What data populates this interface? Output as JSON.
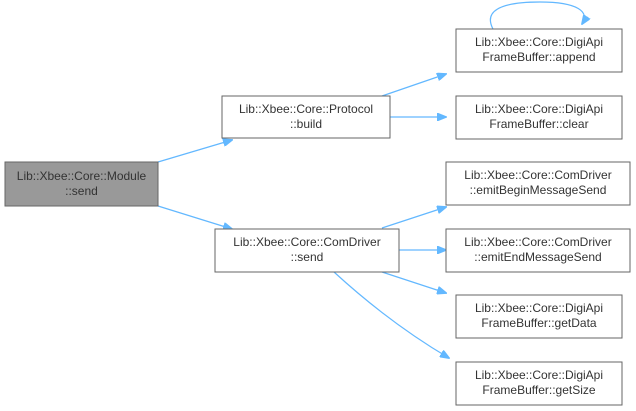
{
  "colors": {
    "edge": "#63b8ff",
    "node_border": "#666666",
    "root_fill": "#999999",
    "text": "#333333"
  },
  "nodes": {
    "module_send": {
      "line1": "Lib::Xbee::Core::Module",
      "line2": "::send"
    },
    "protocol_build": {
      "line1": "Lib::Xbee::Core::Protocol",
      "line2": "::build"
    },
    "comdriver_send": {
      "line1": "Lib::Xbee::Core::ComDriver",
      "line2": "::send"
    },
    "fb_append": {
      "line1": "Lib::Xbee::Core::DigiApi",
      "line2": "FrameBuffer::append"
    },
    "fb_clear": {
      "line1": "Lib::Xbee::Core::DigiApi",
      "line2": "FrameBuffer::clear"
    },
    "emit_begin": {
      "line1": "Lib::Xbee::Core::ComDriver",
      "line2": "::emitBeginMessageSend"
    },
    "emit_end": {
      "line1": "Lib::Xbee::Core::ComDriver",
      "line2": "::emitEndMessageSend"
    },
    "fb_getdata": {
      "line1": "Lib::Xbee::Core::DigiApi",
      "line2": "FrameBuffer::getData"
    },
    "fb_getsize": {
      "line1": "Lib::Xbee::Core::DigiApi",
      "line2": "FrameBuffer::getSize"
    }
  }
}
